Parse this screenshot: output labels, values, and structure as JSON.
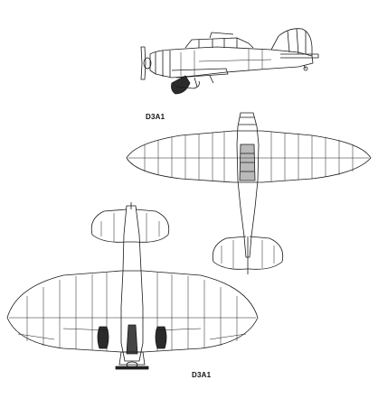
{
  "labels": {
    "side_view": "D3A1",
    "underside_view": "D3A1"
  },
  "colors": {
    "line": "#1a1a1a",
    "background": "#ffffff",
    "shading": "#555555"
  },
  "views": [
    "side-profile",
    "top-plan",
    "underside-plan"
  ]
}
